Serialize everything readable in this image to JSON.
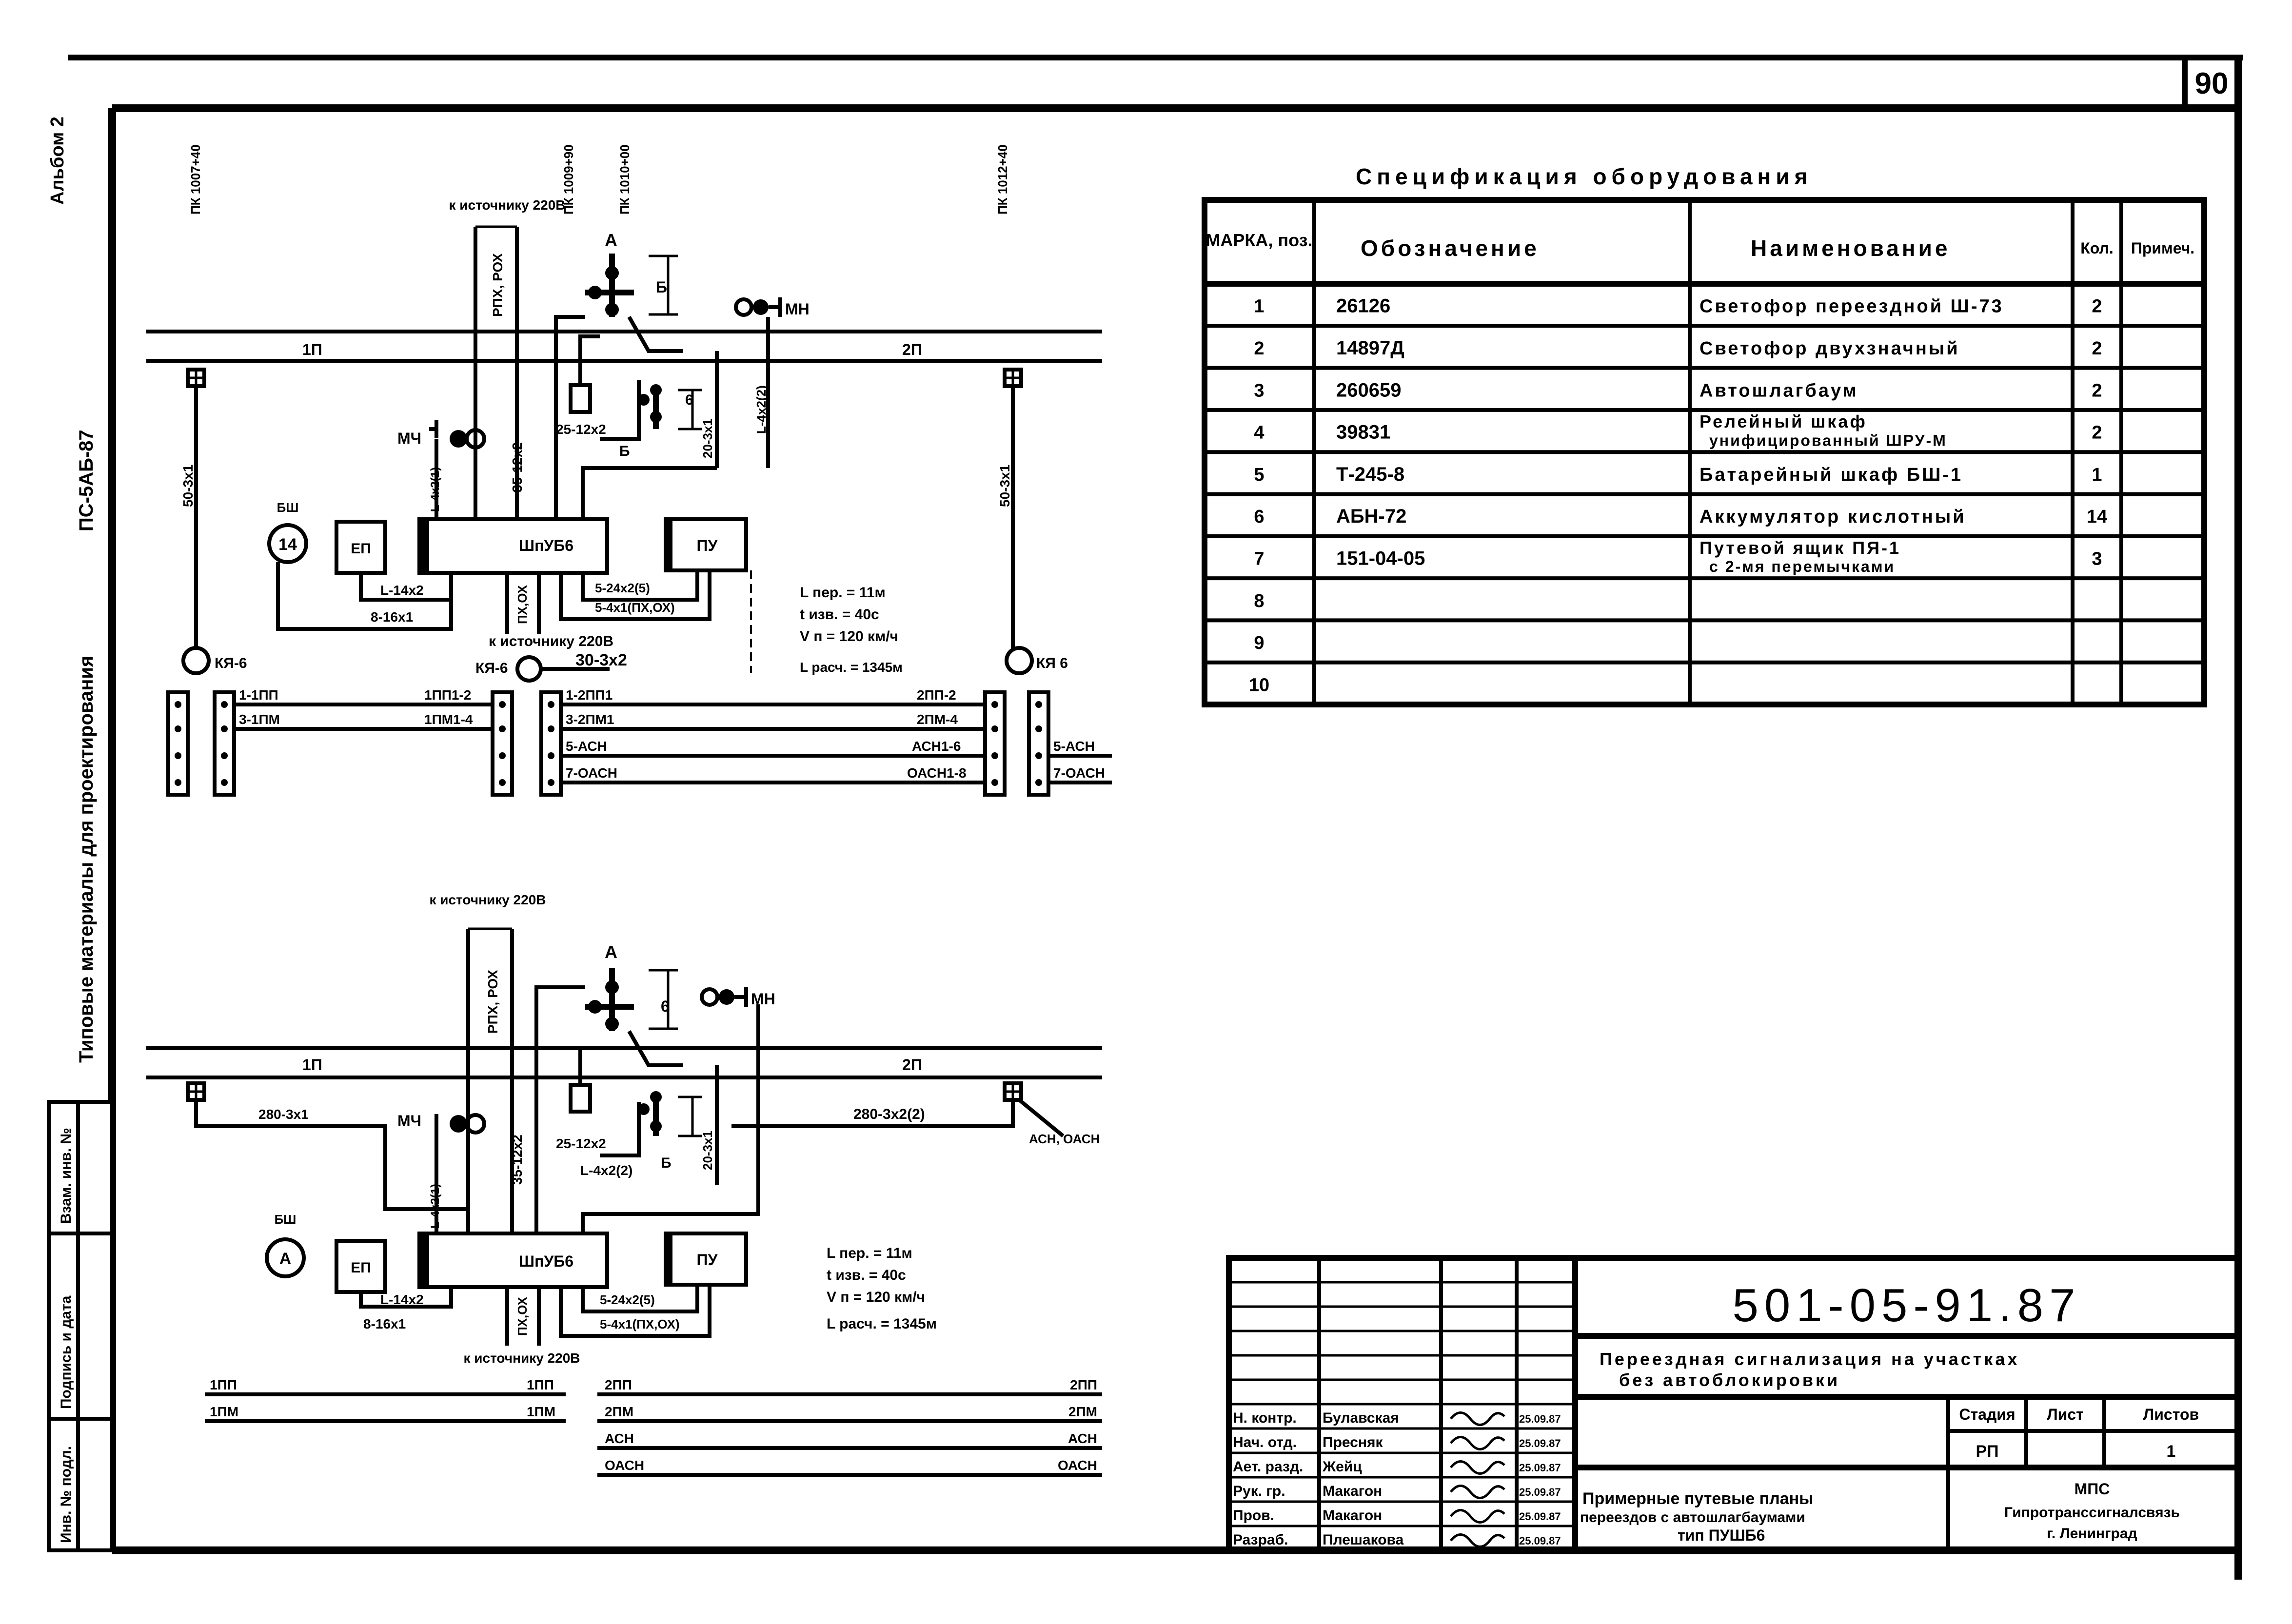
{
  "sheet": {
    "number": "90"
  },
  "left_margin": {
    "album": "Альбом 2",
    "series": "ПС-5АБ-87",
    "collection": "Типовые материалы для проектирования",
    "stamp_fields": [
      "Взам. инв. №",
      "Подпись и дата",
      "Инв. № подл."
    ]
  },
  "spec": {
    "title": "Спецификация оборудования",
    "headers": [
      "МАРКА, поз.",
      "Обозначение",
      "Наименование",
      "Кол.",
      "Примеч."
    ],
    "rows": [
      {
        "pos": "1",
        "code": "26126",
        "name": "Светофор переездной Ш-73",
        "name2": "",
        "qty": "2",
        "note": ""
      },
      {
        "pos": "2",
        "code": "14897Д",
        "name": "Светофор двухзначный",
        "name2": "",
        "qty": "2",
        "note": ""
      },
      {
        "pos": "3",
        "code": "260659",
        "name": "Автошлагбаум",
        "name2": "",
        "qty": "2",
        "note": ""
      },
      {
        "pos": "4",
        "code": "39831",
        "name": "Релейный шкаф",
        "name2": "унифицированный ШРУ-М",
        "qty": "2",
        "note": ""
      },
      {
        "pos": "5",
        "code": "Т-245-8",
        "name": "Батарейный шкаф БШ-1",
        "name2": "",
        "qty": "1",
        "note": ""
      },
      {
        "pos": "6",
        "code": "АБН-72",
        "name": "Аккумулятор кислотный",
        "name2": "",
        "qty": "14",
        "note": ""
      },
      {
        "pos": "7",
        "code": "151-04-05",
        "name": "Путевой ящик ПЯ-1",
        "name2": "с 2-мя перемычками",
        "qty": "3",
        "note": ""
      },
      {
        "pos": "8",
        "code": "",
        "name": "",
        "name2": "",
        "qty": "",
        "note": ""
      },
      {
        "pos": "9",
        "code": "",
        "name": "",
        "name2": "",
        "qty": "",
        "note": ""
      },
      {
        "pos": "10",
        "code": "",
        "name": "",
        "name2": "",
        "qty": "",
        "note": ""
      }
    ]
  },
  "diagram_top": {
    "pickets": [
      "ПК 1007+40",
      "ПК 1009+90",
      "ПК 1010+00",
      "ПК 1012+40"
    ],
    "source": "к источнику 220В",
    "source_bottom": "к источнику 220В",
    "cable_rpx": "РПХ, РОХ",
    "cable_35": "35-12х2",
    "cable_lx": "L-4х2(2)",
    "cable_25": "25-12х2",
    "cable_20": "20-3х1",
    "cable_l4": "L-4х2(1)",
    "cable_l14": "L-14х2",
    "cable_8": "8-16х1",
    "cable_5a": "5-24х2(5)",
    "cable_5b": "5-4х1(ПХ,ОХ)",
    "cable_pxox": "ПХ,ОХ",
    "cable_30": "30-3х2",
    "cable_50a": "50-3х1",
    "cable_50b": "50-3х1",
    "track1": "1П",
    "track2": "2П",
    "label_A": "А",
    "label_B": "Б",
    "label_6": "6",
    "signal_mn": "МН",
    "signal_mch": "МЧ",
    "bsh": "БШ",
    "bsh_num": "14",
    "ep": "ЕП",
    "shrub": "ШпУБ6",
    "pu": "ПУ",
    "kya_left": "КЯ-6",
    "kya_mid": "КЯ-6",
    "kya_right": "КЯ 6",
    "params": [
      "L пер. = 11м",
      "t изв. = 40с",
      "V п = 120 км/ч",
      "L расч. = 1345м"
    ],
    "bus_left": [
      "1-1ПП",
      "3-1ПМ"
    ],
    "bus_midleft": [
      "1ПП1-2",
      "1ПМ1-4"
    ],
    "bus_center": [
      "1-2ПП1",
      "3-2ПМ1",
      "5-АСН",
      "7-ОАСН"
    ],
    "bus_right": [
      "2ПП-2",
      "2ПМ-4",
      "АСН1-6",
      "ОАСН1-8"
    ],
    "bus_far_right": [
      "5-АСН",
      "7-ОАСН"
    ]
  },
  "diagram_bottom": {
    "source": "к источнику 220В",
    "source_bottom": "к источнику 220В",
    "cable_rpx": "РПХ, РОХ",
    "cable_35": "35-12х2",
    "cable_280a": "280-3х1",
    "cable_280b": "280-3х2(2)",
    "cable_25": "25-12х2",
    "cable_l4b": "L-4х2(2)",
    "cable_20": "20-3х1",
    "cable_l4": "L-4х2(1)",
    "cable_l14": "L-14х2",
    "cable_8": "8-16х1",
    "cable_5a": "5-24х2(5)",
    "cable_5b": "5-4х1(ПХ,ОХ)",
    "cable_pxox": "ПХ,ОХ",
    "asn_label": "АСН, ОАСН",
    "track1": "1П",
    "track2": "2П",
    "label_A": "А",
    "label_B": "Б",
    "label_6": "6",
    "signal_mn": "МН",
    "signal_mch": "МЧ",
    "bsh": "БШ",
    "bsh_num": "А",
    "ep": "ЕП",
    "shrub": "ШпУБ6",
    "pu": "ПУ",
    "params": [
      "L пер. = 11м",
      "t изв. = 40с",
      "V п = 120 км/ч",
      "L расч. = 1345м"
    ],
    "bus_rows": [
      {
        "l": "1ПП",
        "m": "1ПП",
        "r1": "2ПП",
        "r2": "2ПП"
      },
      {
        "l": "1ПМ",
        "m": "1ПМ",
        "r1": "2ПМ",
        "r2": "2ПМ"
      },
      {
        "l": "",
        "m": "",
        "r1": "АСН",
        "r2": "АСН"
      },
      {
        "l": "",
        "m": "",
        "r1": "ОАСН",
        "r2": "ОАСН"
      }
    ]
  },
  "title_block": {
    "code": "501-05-91.87",
    "project_line1": "Переездная сигнализация на участках",
    "project_line2": "без автоблокировки",
    "sheet_title_line1": "Примерные путевые планы",
    "sheet_title_line2": "переездов с автошлагбаумами",
    "sheet_title_line3": "тип ПУШБ6",
    "stage_header": "Стадия",
    "sheet_header": "Лист",
    "sheets_header": "Листов",
    "stage": "РП",
    "sheet": "",
    "sheets": "1",
    "org_line1": "МПС",
    "org_line2": "Гипротранссигналсвязь",
    "org_line3": "г. Ленинград",
    "people": [
      {
        "role": "Н. контр.",
        "name": "Булавская",
        "date": "25.09.87"
      },
      {
        "role": "Нач. отд.",
        "name": "Пресняк",
        "date": "25.09.87"
      },
      {
        "role": "Ает. разд.",
        "name": "Жейц",
        "date": "25.09.87"
      },
      {
        "role": "Рук. гр.",
        "name": "Макагон",
        "date": "25.09.87"
      },
      {
        "role": "Пров.",
        "name": "Макагон",
        "date": "25.09.87"
      },
      {
        "role": "Разраб.",
        "name": "Плешакова",
        "date": "25.09.87"
      }
    ]
  }
}
